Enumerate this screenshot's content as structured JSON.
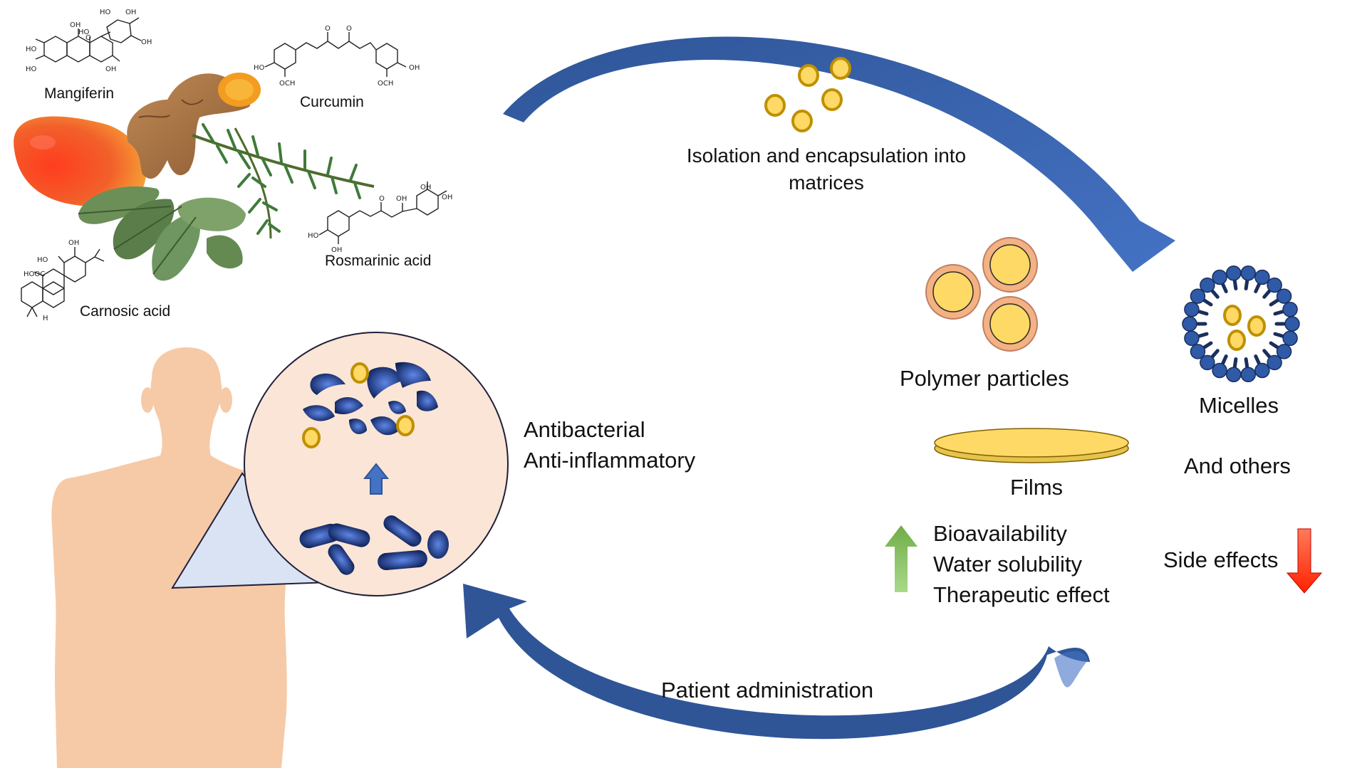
{
  "compounds": {
    "mangiferin": "Mangiferin",
    "curcumin": "Curcumin",
    "rosmarinic_acid": "Rosmarinic acid",
    "carnosic_acid": "Carnosic acid"
  },
  "steps": {
    "encapsulation": [
      "Isolation and encapsulation into",
      "matrices"
    ],
    "administration": "Patient administration"
  },
  "carriers": {
    "polymer_particles": "Polymer particles",
    "micelles": "Micelles",
    "films": "Films",
    "others": "And others"
  },
  "effects": {
    "activity": [
      "Antibacterial",
      "Anti-inflammatory"
    ],
    "increased": [
      "Bioavailability",
      "Water solubility",
      "Therapeutic effect"
    ],
    "decreased": "Side effects"
  },
  "colors": {
    "arrow_blue": "#2f5597",
    "arrow_blue_light": "#4472c4",
    "capsule_gold": "#ffd966",
    "capsule_ring": "#bf9000",
    "particle_shell": "#f4b183",
    "skin": "#f6caa7",
    "zoom_circle": "#fbe5d6",
    "up_arrow": "#92d050",
    "down_arrow": "#ff3300",
    "micelle_blue": "#2e5aa8"
  },
  "icons": [
    "mango-icon",
    "turmeric-root-icon",
    "rosemary-sprig-icon",
    "sage-leaves-icon",
    "human-silhouette-icon",
    "bacteria-icon",
    "micelle-icon",
    "film-disc-icon",
    "nanocapsule-icon",
    "arrow-up-icon",
    "arrow-down-icon"
  ]
}
